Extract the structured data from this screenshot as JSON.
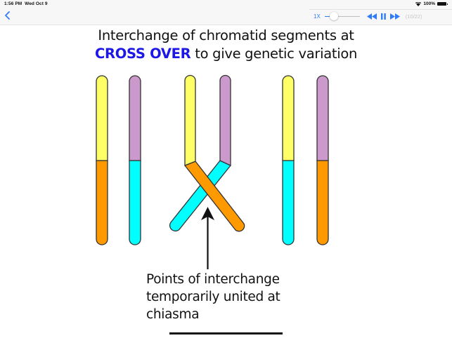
{
  "status_bar": {
    "time": "1:56 PM",
    "date": "Wed Oct 9",
    "battery": "100%",
    "wifi_icon": "wifi-icon",
    "battery_icon": "battery-icon"
  },
  "nav": {
    "back_icon": "chevron-left-icon"
  },
  "player": {
    "speed": "1X",
    "slider_value_fraction": 0.05,
    "rewind_icon": "rewind-icon",
    "pause_icon": "pause-icon",
    "forward_icon": "fast-forward-icon",
    "counter": "(10/22)",
    "current_slide": 10,
    "total_slides": 22,
    "accent": "#2f7cf6"
  },
  "slide": {
    "title_line1": "Interchange of chromatid segments at",
    "title_highlight": "CROSS OVER",
    "title_line2_rest": " to give genetic variation",
    "highlight_color": "#1d18e6",
    "caption_lines": [
      "Points of interchange",
      "temporarily united at",
      "chiasma"
    ],
    "colors": {
      "yellow": "#ffff66",
      "orange": "#ff9900",
      "purple": "#cc99cc",
      "cyan": "#00ffff",
      "outline": "#333333"
    },
    "chromatids": {
      "before": [
        {
          "top": "yellow",
          "bottom": "orange"
        },
        {
          "top": "purple",
          "bottom": "cyan"
        }
      ],
      "crossing": [
        {
          "top": "yellow",
          "bottom": "orange"
        },
        {
          "top": "purple",
          "bottom": "cyan"
        }
      ],
      "after": [
        {
          "top": "yellow",
          "bottom": "cyan"
        },
        {
          "top": "purple",
          "bottom": "orange"
        }
      ]
    }
  }
}
